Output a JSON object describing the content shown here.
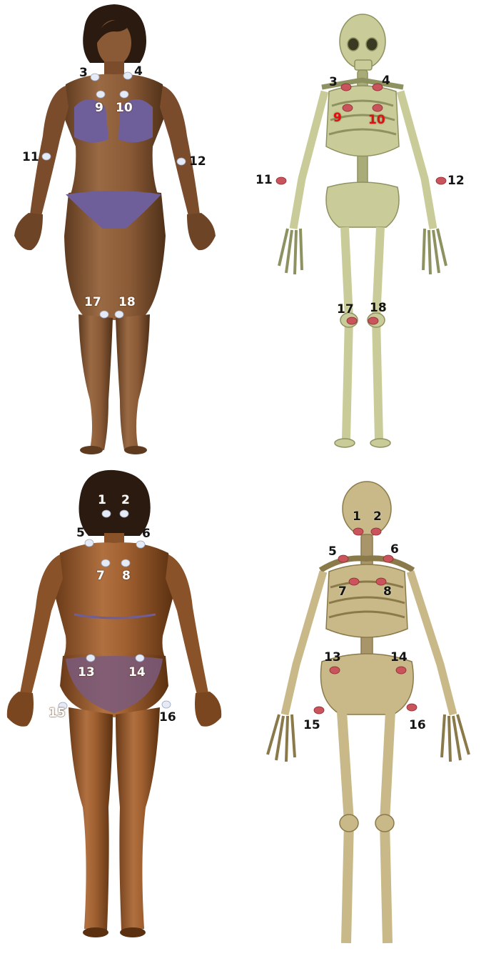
{
  "colors": {
    "background": "#ffffff",
    "skin": "#8a5a36",
    "skin_dark": "#5e3a1f",
    "hair": "#2a1a10",
    "bikini": "#6e5f9a",
    "bone": "#c9cc98",
    "bone_dark": "#8e9160",
    "marker_body": "#e4eaf6",
    "marker_skeleton": "#c9545c"
  },
  "panels": {
    "human_front": {
      "view": "anterior",
      "markers": [
        "3",
        "4",
        "9",
        "10",
        "11",
        "12",
        "17",
        "18"
      ]
    },
    "skeleton_front": {
      "view": "anterior",
      "markers": [
        "3",
        "4",
        "9",
        "10",
        "11",
        "12",
        "17",
        "18"
      ]
    },
    "human_back": {
      "view": "posterior",
      "markers": [
        "1",
        "2",
        "5",
        "6",
        "7",
        "8",
        "13",
        "14",
        "15",
        "16"
      ]
    },
    "skeleton_back": {
      "view": "posterior",
      "markers": [
        "1",
        "2",
        "5",
        "6",
        "7",
        "8",
        "13",
        "14",
        "15",
        "16"
      ]
    }
  }
}
